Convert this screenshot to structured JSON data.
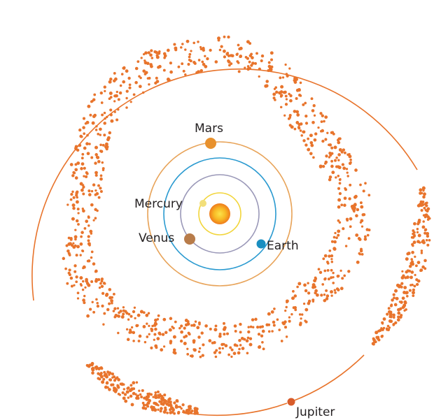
{
  "colors": {
    "asteroid": "#e8742c",
    "sun_core": "#f6b71c",
    "sun_inner": "#f5d33c",
    "mercury": "#f2df7a",
    "venus": "#b87c4a",
    "earth": "#1a8ec0",
    "mars": "#e8912d",
    "jupiter": "#d85c2a",
    "mercury_orbit": "#f2d53a",
    "venus_orbit": "#9a98b8",
    "earth_orbit": "#2a9ad0",
    "mars_orbit": "#e8a45a",
    "jupiter_orbit": "#e8742c"
  },
  "labels": {
    "mars": "Mars",
    "mercury": "Mercury",
    "venus": "Venus",
    "earth": "Earth",
    "jupiter": "Jupiter"
  },
  "icons": {
    "sun": "sun-icon",
    "planet": "planet-icon"
  }
}
